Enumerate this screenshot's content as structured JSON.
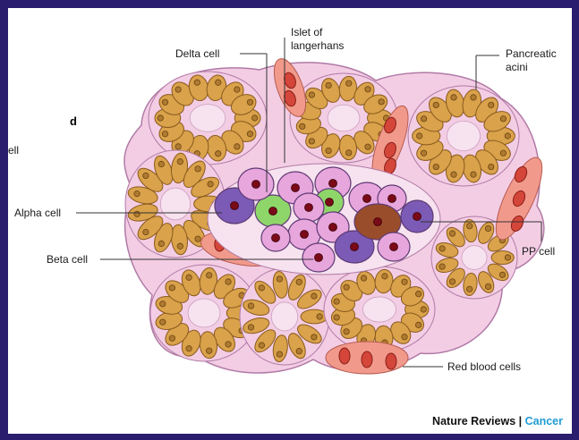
{
  "panel_letter": "d",
  "partial_label": "ell",
  "labels": {
    "delta": "Delta cell",
    "islet_line1": "Islet of",
    "islet_line2": "langerhans",
    "acini_line1": "Pancreatic",
    "acini_line2": "acini",
    "alpha": "Alpha cell",
    "beta": "Beta cell",
    "pp": "PP cell",
    "rbc": "Red blood cells"
  },
  "credit": {
    "journal": "Nature Reviews",
    "separator": " | ",
    "section": "Cancer"
  },
  "colors": {
    "background": "#2a1d6e",
    "acinar_cell": "#d9a24b",
    "acinar_outline": "#8a5a1c",
    "tissue_pink": "#f3cde4",
    "beta_cell": "#e7a6dc",
    "alpha_cell": "#7b5bb5",
    "delta_cell": "#8fd66a",
    "pp_cell": "#9a4d2a",
    "rbc": "#d4463a",
    "vessel": "#f19a8c",
    "credit_accent": "#1f9bd6"
  }
}
